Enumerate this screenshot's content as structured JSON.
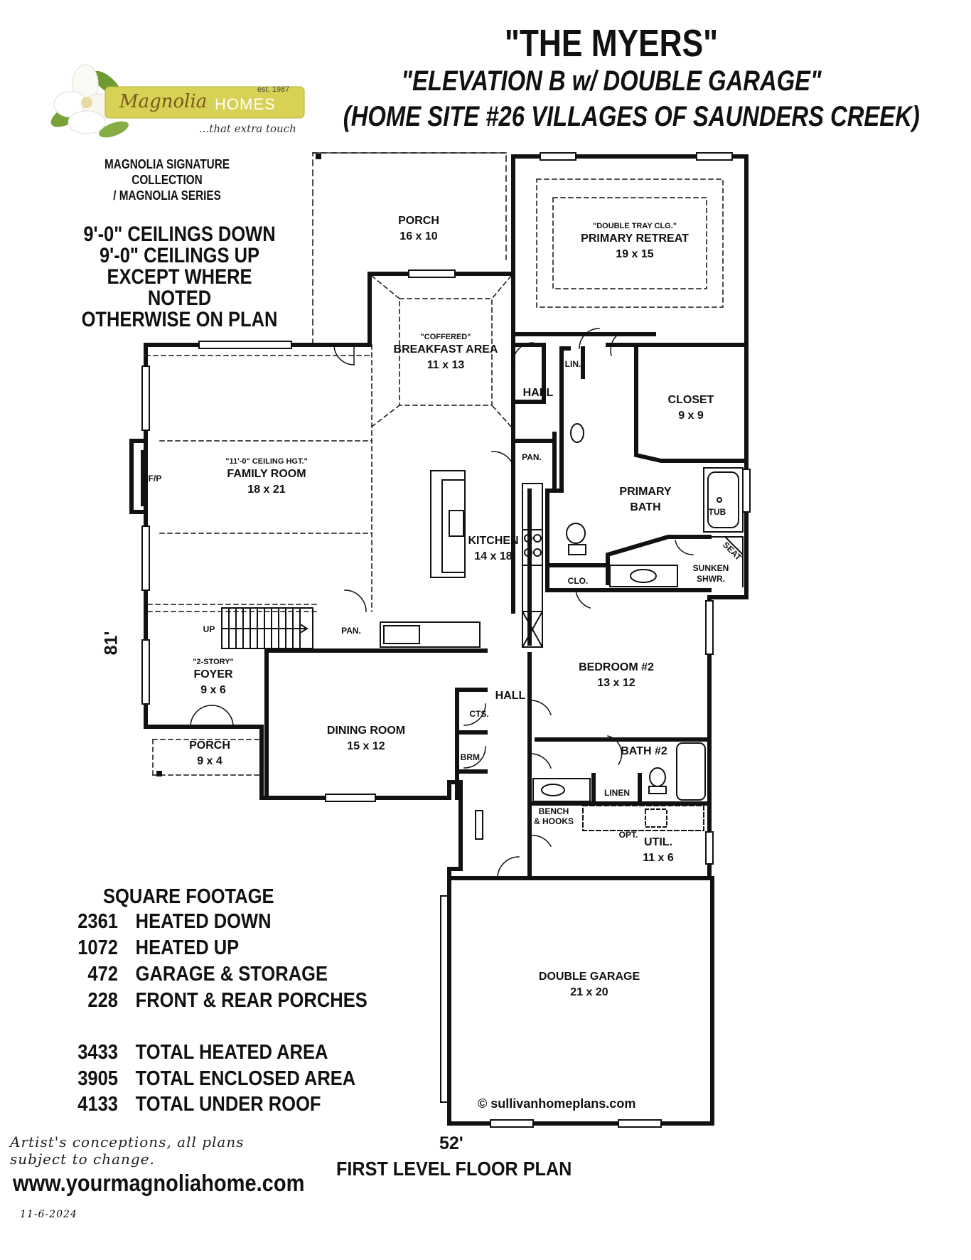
{
  "header": {
    "title": "\"THE MYERS\"",
    "subtitle1": "\"ELEVATION B w/ DOUBLE GARAGE\"",
    "subtitle2": "(HOME SITE #26 VILLAGES OF SAUNDERS CREEK)"
  },
  "logo": {
    "brand_script": "Magnolia",
    "brand_caps": "HOMES",
    "est": "est. 1987",
    "tagline": "...that extra touch"
  },
  "series": [
    "MAGNOLIA SIGNATURE COLLECTION",
    "/ MAGNOLIA SERIES"
  ],
  "ceilings": [
    "9'-0\" CEILINGS DOWN",
    "9'-0\" CEILINGS UP",
    "EXCEPT WHERE NOTED",
    "OTHERWISE ON PLAN"
  ],
  "square_footage": {
    "title": "SQUARE FOOTAGE",
    "rows": [
      {
        "value": "2361",
        "label": "HEATED DOWN"
      },
      {
        "value": "1072",
        "label": "HEATED UP"
      },
      {
        "value": "472",
        "label": "GARAGE & STORAGE"
      },
      {
        "value": "228",
        "label": "FRONT & REAR PORCHES"
      },
      {
        "value": "3433",
        "label": "TOTAL HEATED AREA"
      },
      {
        "value": "3905",
        "label": "TOTAL ENCLOSED AREA"
      },
      {
        "value": "4133",
        "label": "TOTAL UNDER ROOF"
      }
    ]
  },
  "disclaimer": [
    "Artist's conceptions, all plans",
    "subject to change."
  ],
  "website": "www.yourmagnoliahome.com",
  "date": "11-6-2024",
  "copyright": "© sullivanhomeplans.com",
  "plan_title": "FIRST LEVEL FLOOR PLAN",
  "dims": {
    "width": "52'",
    "depth": "81'"
  },
  "rooms": {
    "porch_rear": {
      "name": "PORCH",
      "size": "16 x 10"
    },
    "primary_retreat": {
      "note": "\"DOUBLE TRAY CLG.\"",
      "name": "PRIMARY RETREAT",
      "size": "19 x 15"
    },
    "breakfast": {
      "note": "\"COFFERED\"",
      "name": "BREAKFAST AREA",
      "size": "11 x 13"
    },
    "hall_upper": "HALL",
    "linen_small": "LIN.",
    "closet": {
      "name": "CLOSET",
      "size": "9 x 9"
    },
    "pantry_kitchen": "PAN.",
    "family": {
      "note": "\"11'-0\" CEILING HGT.\"",
      "name": "FAMILY ROOM",
      "size": "18 x 21"
    },
    "fireplace": "F/P",
    "primary_bath": {
      "name": "PRIMARY",
      "name2": "BATH"
    },
    "tub": "TUB",
    "kitchen": {
      "name": "KITCHEN",
      "size": "14 x 18"
    },
    "seat": "SEAT",
    "sunken_shower": {
      "name": "SUNKEN",
      "name2": "SHWR."
    },
    "clo": "CLO.",
    "up": "UP",
    "pantry_stair": "PAN.",
    "foyer": {
      "note": "\"2-STORY\"",
      "name": "FOYER",
      "size": "9 x 6"
    },
    "bedroom2": {
      "name": "BEDROOM #2",
      "size": "13 x 12"
    },
    "hall_lower": "HALL",
    "cts": "CTS.",
    "dining": {
      "name": "DINING ROOM",
      "size": "15 x 12"
    },
    "porch_front": {
      "name": "PORCH",
      "size": "9 x 4"
    },
    "brm": "BRM.",
    "bath2": "BATH #2",
    "linen": "LINEN",
    "bench": {
      "name": "BENCH",
      "name2": "& HOOKS"
    },
    "opt": "OPT.",
    "util": {
      "name": "UTIL.",
      "size": "11 x 6"
    },
    "garage": {
      "name": "DOUBLE GARAGE",
      "size": "21 x 20"
    }
  }
}
